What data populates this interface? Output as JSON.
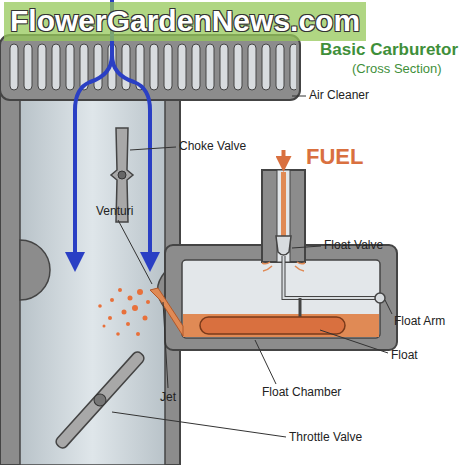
{
  "diagram": {
    "title": "Basic Carburetor",
    "labels": [
      "FlowerGardenNews.com",
      "(Cross Section)",
      "Air Cleaner",
      "Choke Valve",
      "FUEL",
      "Venturi",
      "Float Valve",
      "Float Arm",
      "Float",
      "Float Chamber",
      "Jet",
      "Throttle Valve"
    ]
  }
}
